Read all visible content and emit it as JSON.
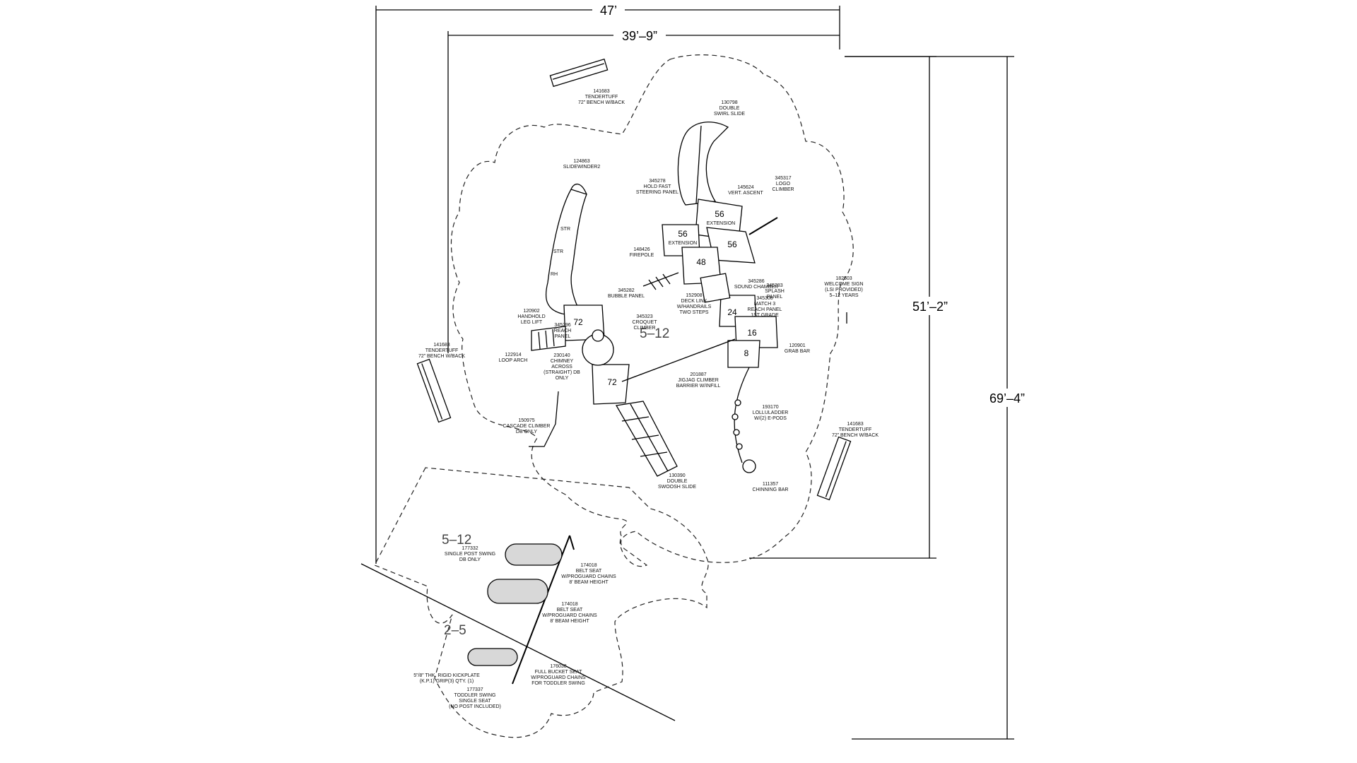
{
  "dimensions": {
    "overall_width": "47’",
    "inner_width": "39’–9”",
    "inner_height": "51’–2”",
    "overall_height": "69’–4”"
  },
  "zones": {
    "main": "5–12",
    "swing_big": "5–12",
    "swing_small": "2–5"
  },
  "deck_numbers": [
    {
      "id": "deck-56-top",
      "text": "56"
    },
    {
      "id": "deck-56-left",
      "text": "56"
    },
    {
      "id": "deck-56-right",
      "text": "56"
    },
    {
      "id": "deck-48",
      "text": "48"
    },
    {
      "id": "deck-24",
      "text": "24"
    },
    {
      "id": "deck-16",
      "text": "16"
    },
    {
      "id": "deck-8",
      "text": "8"
    },
    {
      "id": "deck-72-upper",
      "text": "72"
    },
    {
      "id": "deck-72-lower",
      "text": "72"
    }
  ],
  "labels": [
    {
      "id": "bench-top",
      "lines": [
        "141683",
        "TENDERTUFF",
        "72” BENCH W/BACK"
      ]
    },
    {
      "id": "double-swirl",
      "lines": [
        "130798",
        "DOUBLE",
        "SWIRL SLIDE"
      ]
    },
    {
      "id": "slidewinder",
      "lines": [
        "124863",
        "SLIDEWINDER2"
      ]
    },
    {
      "id": "holdfast",
      "lines": [
        "345278",
        "HOLD FAST",
        "STEERING PANEL"
      ]
    },
    {
      "id": "vert-ascent",
      "lines": [
        "145624",
        "VERT. ASCENT"
      ]
    },
    {
      "id": "logo-climber",
      "lines": [
        "345317",
        "LOGO",
        "CLIMBER"
      ]
    },
    {
      "id": "ext-top",
      "lines": [
        "EXTENSION"
      ]
    },
    {
      "id": "ext-left",
      "lines": [
        "EXTENSION"
      ]
    },
    {
      "id": "firepole",
      "lines": [
        "148426",
        "FIREPOLE"
      ]
    },
    {
      "id": "bubble",
      "lines": [
        "345282",
        "BUBBLE PANEL"
      ]
    },
    {
      "id": "decklink",
      "lines": [
        "152908",
        "DECK LINK",
        "W/HANDRAILS",
        "TWO STEPS"
      ]
    },
    {
      "id": "sound",
      "lines": [
        "345286",
        "SOUND CHAMBER"
      ]
    },
    {
      "id": "splash",
      "lines": [
        "345283",
        "SPLASH",
        "PANEL"
      ]
    },
    {
      "id": "match",
      "lines": [
        "345308",
        "MATCH 3",
        "REACH PANEL",
        "1ST GRADE"
      ]
    },
    {
      "id": "welcome",
      "lines": [
        "182503",
        "WELCOME SIGN",
        "(LSI PROVIDED)",
        "5–12 YEARS"
      ]
    },
    {
      "id": "handhold",
      "lines": [
        "120902",
        "HANDHOLD",
        "LEG LIFT"
      ]
    },
    {
      "id": "reach",
      "lines": [
        "345296",
        "REACH",
        "PANEL"
      ]
    },
    {
      "id": "croquet",
      "lines": [
        "345323",
        "CROQUET",
        "CLIMBER"
      ]
    },
    {
      "id": "bench-left",
      "lines": [
        "141683",
        "TENDERTUFF",
        "72” BENCH W/BACK"
      ]
    },
    {
      "id": "loop-arch",
      "lines": [
        "122914",
        "LOOP ARCH"
      ]
    },
    {
      "id": "chimney",
      "lines": [
        "230140",
        "CHIMNEY",
        "ACROSS",
        "(STRAIGHT) DB",
        "ONLY"
      ]
    },
    {
      "id": "grab-bar",
      "lines": [
        "120901",
        "GRAB BAR"
      ]
    },
    {
      "id": "jigjag",
      "lines": [
        "201887",
        "JIGJAG CLIMBER",
        "BARRIER W/INFILL"
      ]
    },
    {
      "id": "lollu",
      "lines": [
        "193170",
        "LOLLULADDER",
        "W/(2) E-PODS"
      ]
    },
    {
      "id": "bench-right",
      "lines": [
        "141683",
        "TENDERTUFF",
        "72” BENCH W/BACK"
      ]
    },
    {
      "id": "cascade",
      "lines": [
        "150975",
        "CASCADE CLIMBER",
        "DB ONLY"
      ]
    },
    {
      "id": "double-swoosh",
      "lines": [
        "130390",
        "DOUBLE",
        "SWOOSH SLIDE"
      ]
    },
    {
      "id": "chinning",
      "lines": [
        "111357",
        "CHINNING BAR"
      ]
    },
    {
      "id": "single-post",
      "lines": [
        "177332",
        "SINGLE POST SWING",
        "DB ONLY"
      ]
    },
    {
      "id": "belt-1",
      "lines": [
        "174018",
        "BELT SEAT",
        "W/PROGUARD CHAINS",
        "8’ BEAM HEIGHT"
      ]
    },
    {
      "id": "belt-2",
      "lines": [
        "174018",
        "BELT SEAT",
        "W/PROGUARD CHAINS",
        "8’ BEAM HEIGHT"
      ]
    },
    {
      "id": "bucket",
      "lines": [
        "176038",
        "FULL BUCKET SEAT",
        "W/PROGUARD CHAINS",
        "FOR TODDLER SWING"
      ]
    },
    {
      "id": "kickplate",
      "lines": [
        "5”/8” THK. RIGID KICKPLATE",
        "(K.P.1) GRIP(3) QTY. (1)"
      ]
    },
    {
      "id": "toddler",
      "lines": [
        "177337",
        "TODDLER SWING",
        "SINGLE SEAT",
        "(NO POST INCLUDED)"
      ]
    }
  ],
  "slide_marks": [
    "STR",
    "STR",
    "RH"
  ]
}
